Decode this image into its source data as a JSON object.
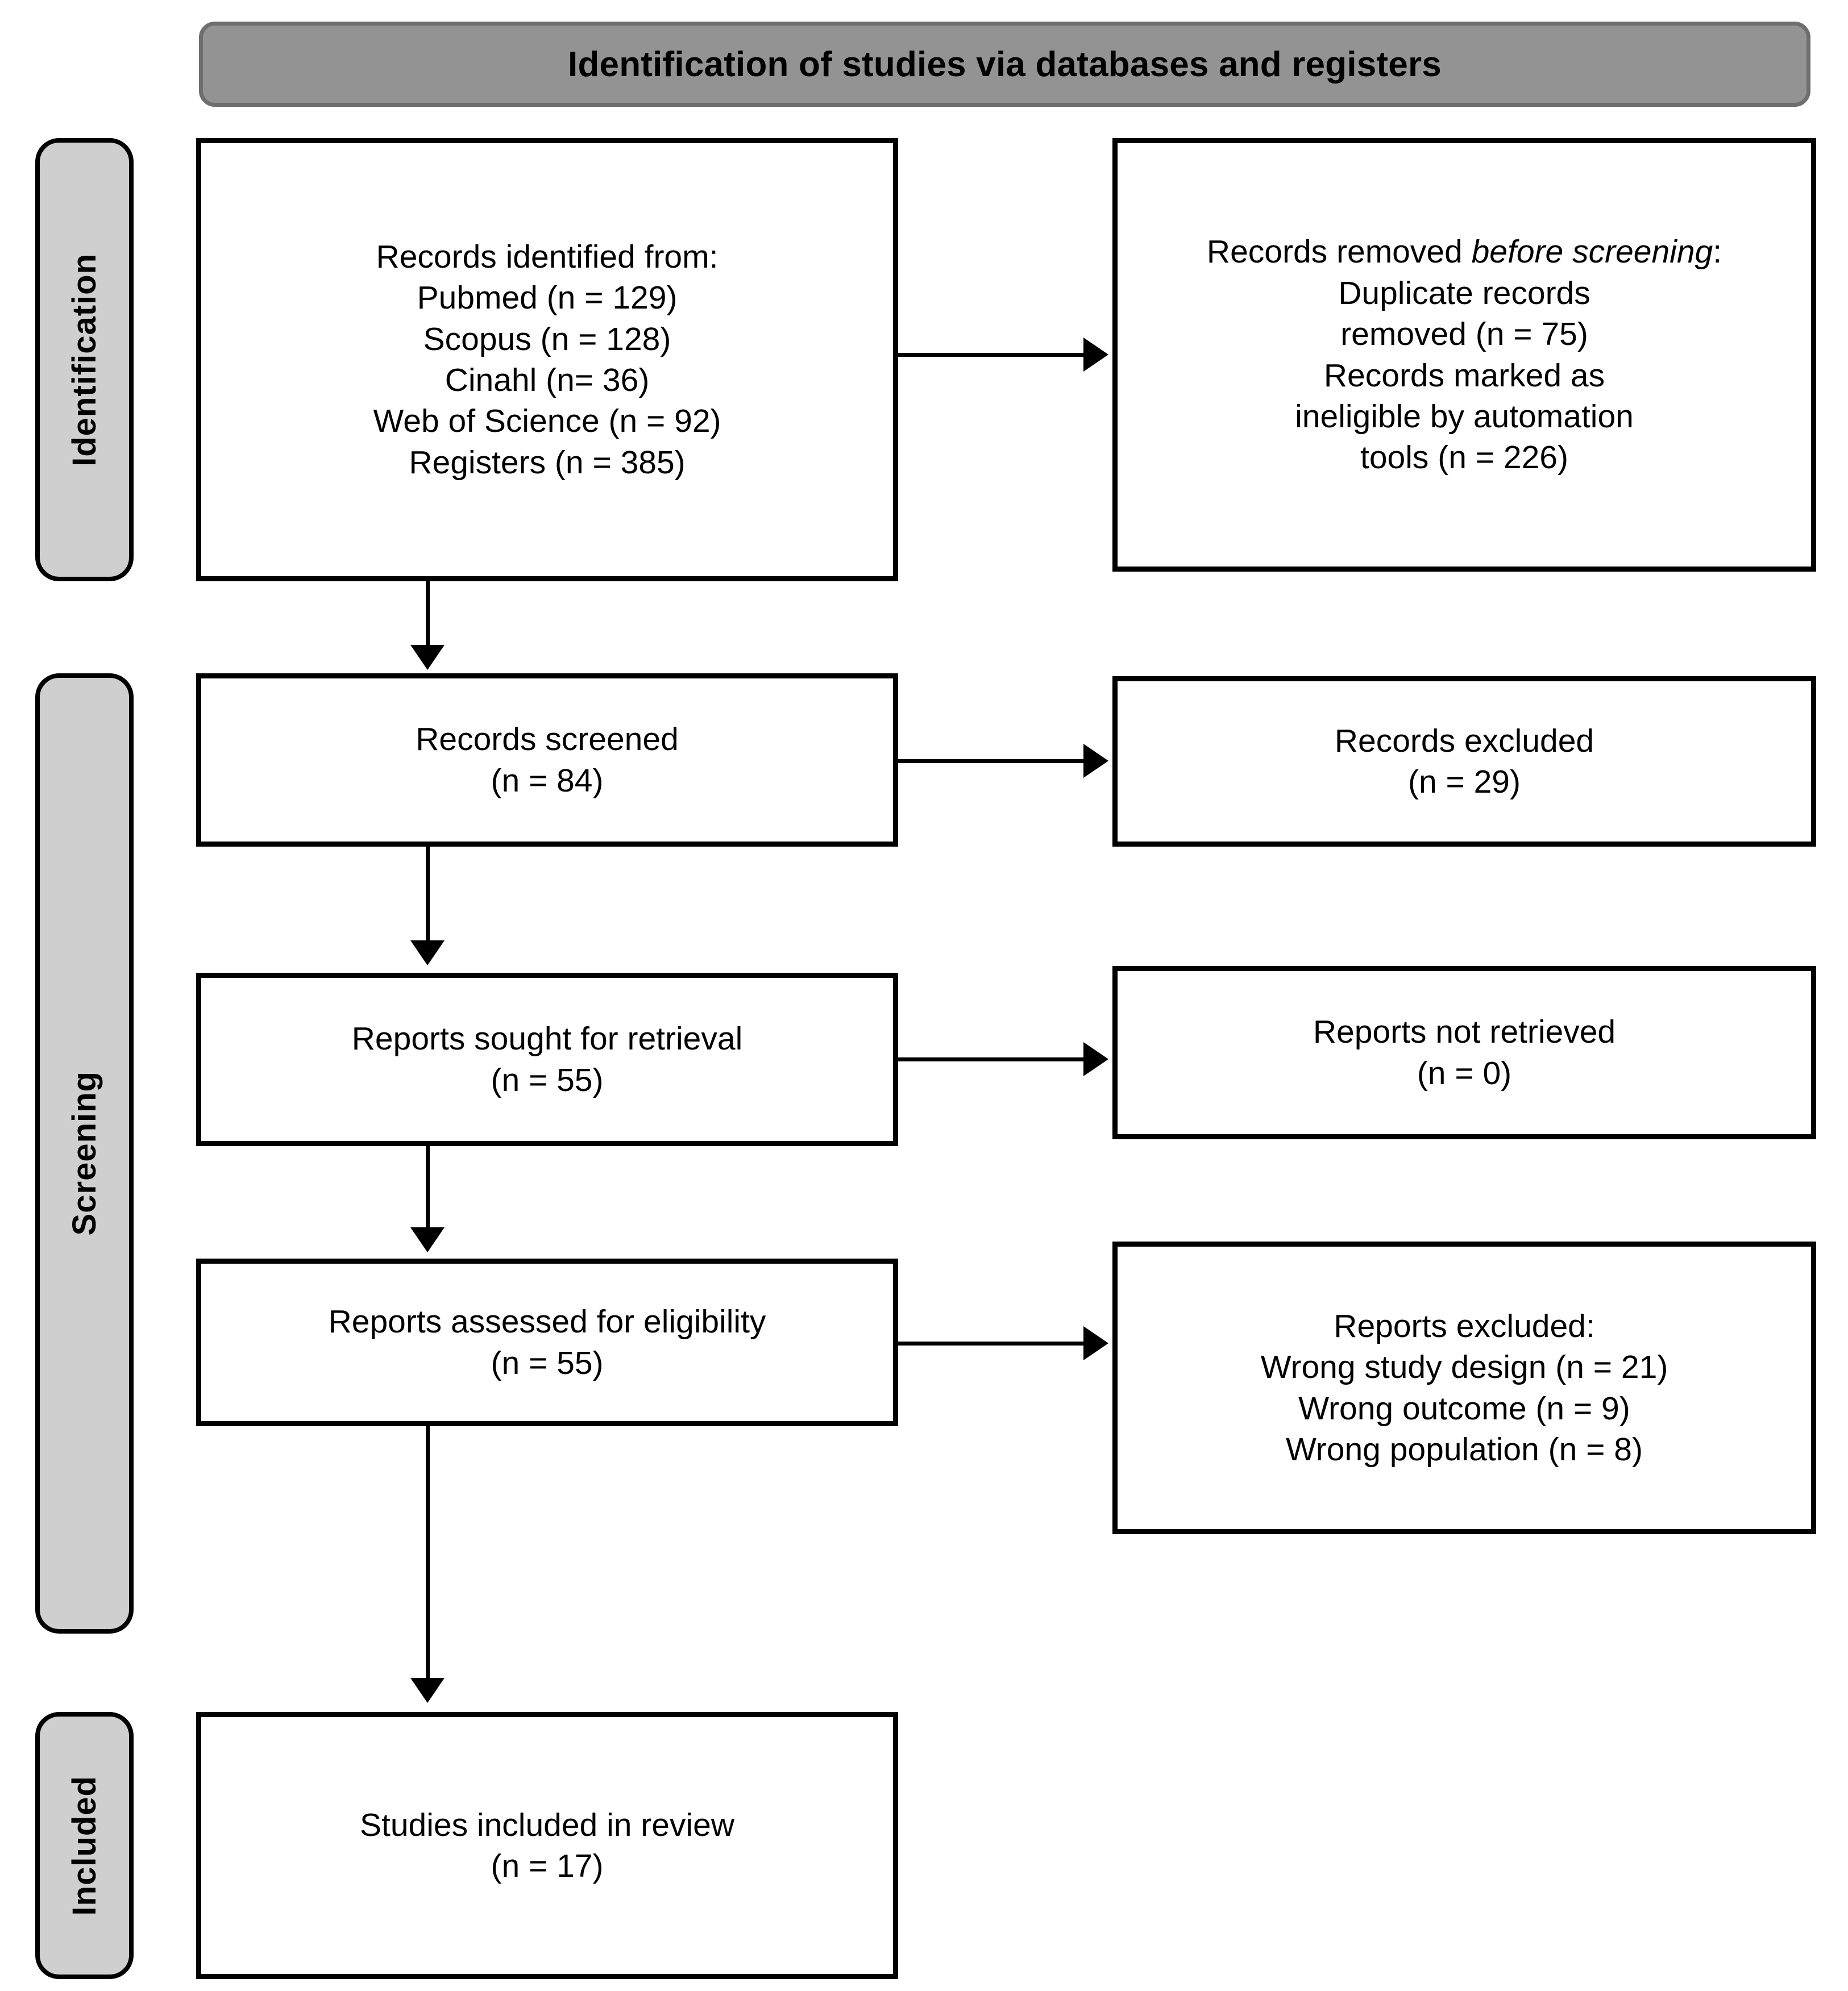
{
  "banner": {
    "title": "Identification of studies via databases and registers"
  },
  "stages": [
    {
      "id": "identification",
      "label": "Identification"
    },
    {
      "id": "screening",
      "label": "Screening"
    },
    {
      "id": "included",
      "label": "Included"
    }
  ],
  "boxes": {
    "identified": {
      "heading": "Records identified from:",
      "lines": [
        "Pubmed (n = 129)",
        "Scopus (n = 128)",
        "Cinahl (n= 36)",
        "Web of Science (n = 92)",
        "Registers (n = 385)"
      ],
      "text": "Records identified from:\nPubmed (n = 129)\nScopus (n = 128)\nCinahl (n= 36)\nWeb of Science (n = 92)\nRegisters (n = 385)"
    },
    "removed": {
      "heading_prefix": "Records removed ",
      "heading_italic": "before screening",
      "heading_suffix": ":",
      "lines": [
        "Duplicate records removed (n = 75)",
        "Records marked as ineligible by automation tools (n = 226)"
      ],
      "body": "Duplicate records\nremoved (n = 75)\nRecords marked as\nineligible by automation\ntools (n = 226)"
    },
    "screened": {
      "text": "Records screened\n(n = 84)"
    },
    "excluded_records": {
      "text": "Records excluded\n(n = 29)"
    },
    "sought": {
      "text": "Reports sought for retrieval\n(n = 55)"
    },
    "not_retrieved": {
      "text": "Reports not retrieved\n(n = 0)"
    },
    "assessed": {
      "text": "Reports assessed for eligibility\n(n = 55)"
    },
    "excluded_reports": {
      "text": "Reports excluded:\nWrong study design (n = 21)\nWrong outcome (n = 9)\nWrong population (n = 8)"
    },
    "included": {
      "text": "Studies included in review\n(n = 17)"
    }
  },
  "counts": {
    "pubmed": 129,
    "scopus": 128,
    "cinahl": 36,
    "web_of_science": 92,
    "registers": 385,
    "duplicates_removed": 75,
    "ineligible_automation": 226,
    "records_screened": 84,
    "records_excluded": 29,
    "reports_sought": 55,
    "reports_not_retrieved": 0,
    "reports_assessed": 55,
    "wrong_study_design": 21,
    "wrong_outcome": 9,
    "wrong_population": 8,
    "studies_included": 17
  },
  "colors": {
    "banner_fill": "#939393",
    "banner_border": "#6e6e6e",
    "stage_fill": "#cfcfcf",
    "box_border": "#000000",
    "page_background": "#ffffff"
  }
}
